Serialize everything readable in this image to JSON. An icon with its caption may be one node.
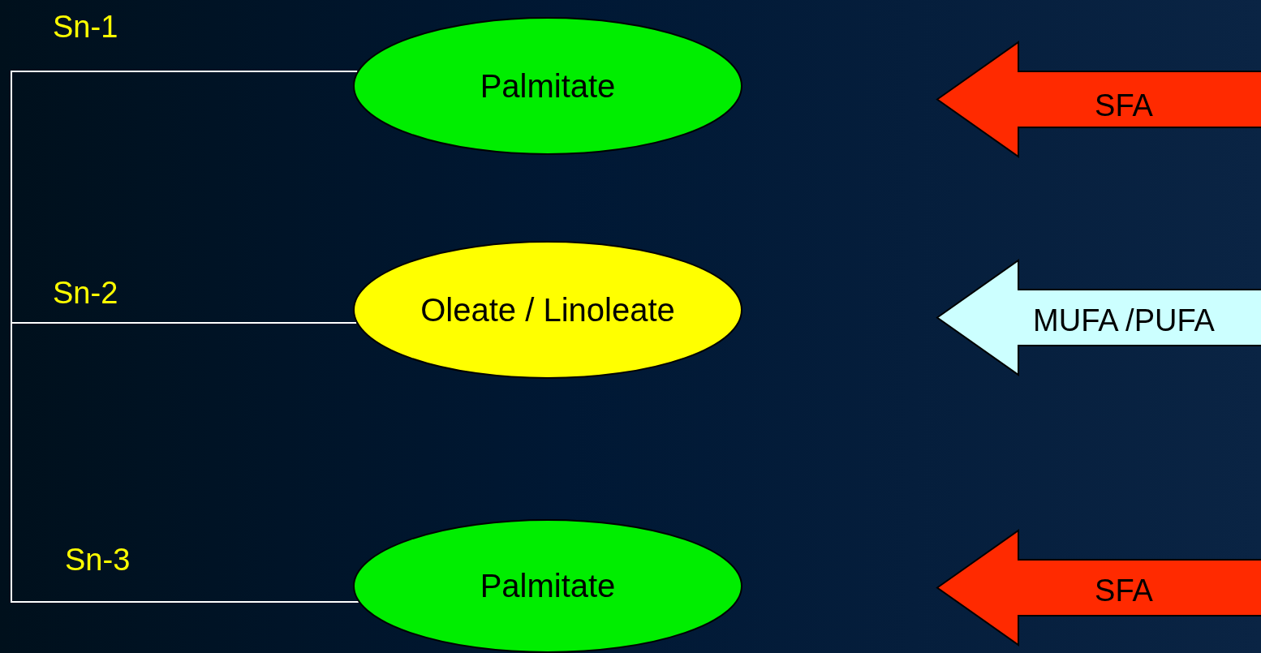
{
  "diagram": {
    "nodes": [
      {
        "text": [],
        "shape": "bar"
      },
      {
        "text": [
          "Palmitate"
        ]
      },
      {
        "text": [
          "Oleate / Linoleate"
        ]
      },
      {
        "text": [
          "Palmitate"
        ]
      },
      {
        "text": [
          "SFA"
        ]
      },
      {
        "text": [
          "MUFA /PUFA"
        ]
      },
      {
        "text": [
          "SFA"
        ]
      }
    ],
    "edges": [
      {
        "from": 0,
        "to": 1,
        "arrow": "none"
      },
      {
        "from": 0,
        "to": 2,
        "arrow": "none"
      },
      {
        "from": 0,
        "to": 3,
        "arrow": "none"
      }
    ],
    "labels": [
      "Sn-1",
      "Sn-2",
      "Sn-3"
    ]
  }
}
